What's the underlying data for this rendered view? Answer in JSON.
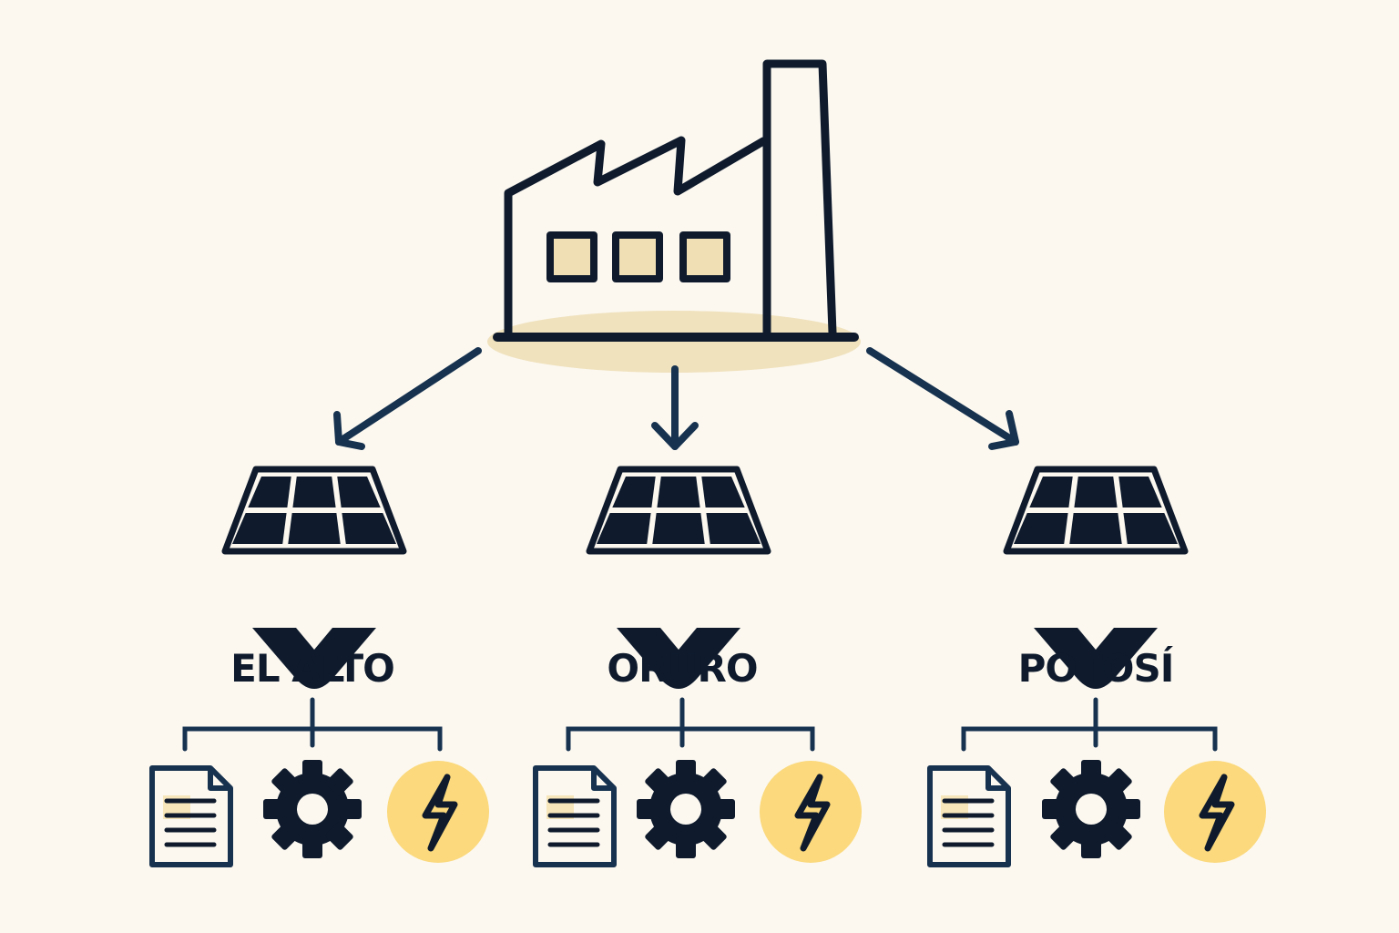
{
  "diagram": {
    "hub": {
      "icon": "factory-icon"
    },
    "branches": [
      {
        "label": "EL ALTO",
        "icon": "solar-panel-pin-icon",
        "items": [
          "document-icon",
          "gear-icon",
          "lightning-icon"
        ]
      },
      {
        "label": "ORURO",
        "icon": "solar-panel-pin-icon",
        "items": [
          "document-icon",
          "gear-icon",
          "lightning-icon"
        ]
      },
      {
        "label": "POTOSÍ",
        "icon": "solar-panel-pin-icon",
        "items": [
          "document-icon",
          "gear-icon",
          "lightning-icon"
        ]
      }
    ]
  },
  "colors": {
    "background": "#fcf8f0",
    "ink": "#0f1b2d",
    "arrow": "#16324f",
    "accent": "#fbd97c",
    "sand": "#f0e2bd"
  }
}
